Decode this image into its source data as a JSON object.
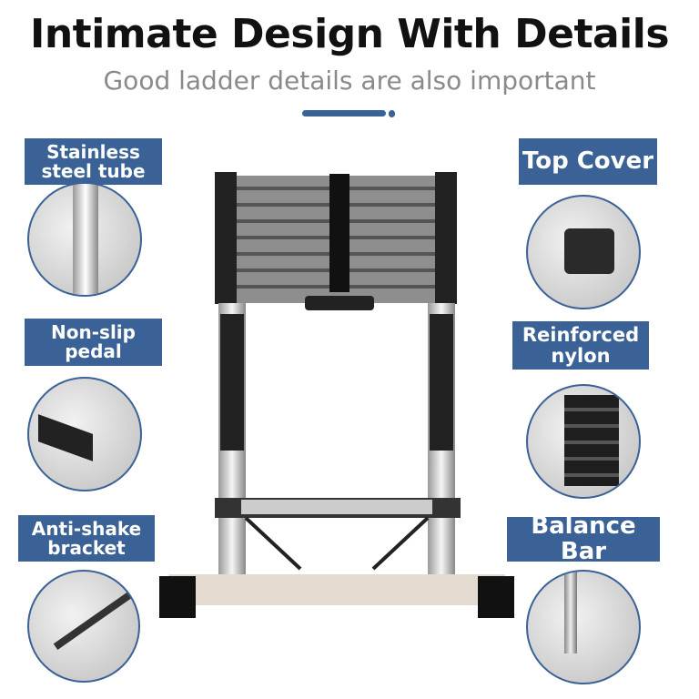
{
  "header": {
    "title": "Intimate Design With Details",
    "subtitle": "Good ladder details are also important"
  },
  "features": {
    "left": [
      {
        "label": "Stainless steel tube"
      },
      {
        "label": "Non-slip pedal"
      },
      {
        "label": "Anti-shake bracket"
      }
    ],
    "right": [
      {
        "label": "Top Cover"
      },
      {
        "label": "Reinforced nylon"
      },
      {
        "label": "Balance Bar"
      }
    ]
  },
  "colors": {
    "accent": "#3a6297"
  }
}
